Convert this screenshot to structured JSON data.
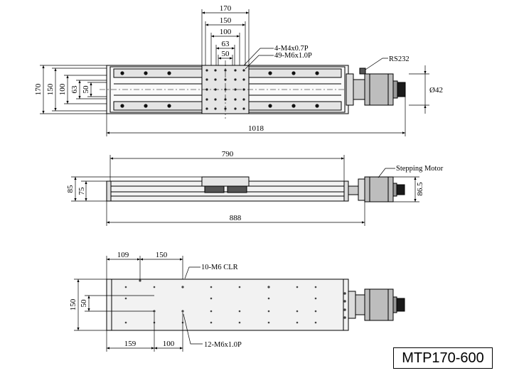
{
  "model": "MTP170-600",
  "top_view": {
    "dims": {
      "w170": "170",
      "w150": "150",
      "w100": "100",
      "w63": "63",
      "w50": "50",
      "h170": "170",
      "h150": "150",
      "h100": "100",
      "h63": "63",
      "h50": "50",
      "length": "1018",
      "motor_dia": "Ø42"
    },
    "callouts": {
      "tap_small": "4-M4x0.7P",
      "tap_large": "49-M6x1.0P",
      "connector": "RS232"
    }
  },
  "side_view": {
    "dims": {
      "travel": "790",
      "body_length": "888",
      "h85": "85",
      "h75": "75",
      "motor_h": "86.5"
    },
    "callouts": {
      "motor": "Stepping Motor"
    }
  },
  "bottom_view": {
    "dims": {
      "d109": "109",
      "d150": "150",
      "d159": "159",
      "d100": "100",
      "h150": "150",
      "h50": "50"
    },
    "callouts": {
      "clr_holes": "10-M6 CLR",
      "tap_holes": "12-M6x1.0P"
    }
  },
  "colors": {
    "line": "#000000",
    "body_fill": "#eeeeee",
    "motor_fill": "#bdbdbd",
    "knob_fill": "#1a1a1a"
  }
}
